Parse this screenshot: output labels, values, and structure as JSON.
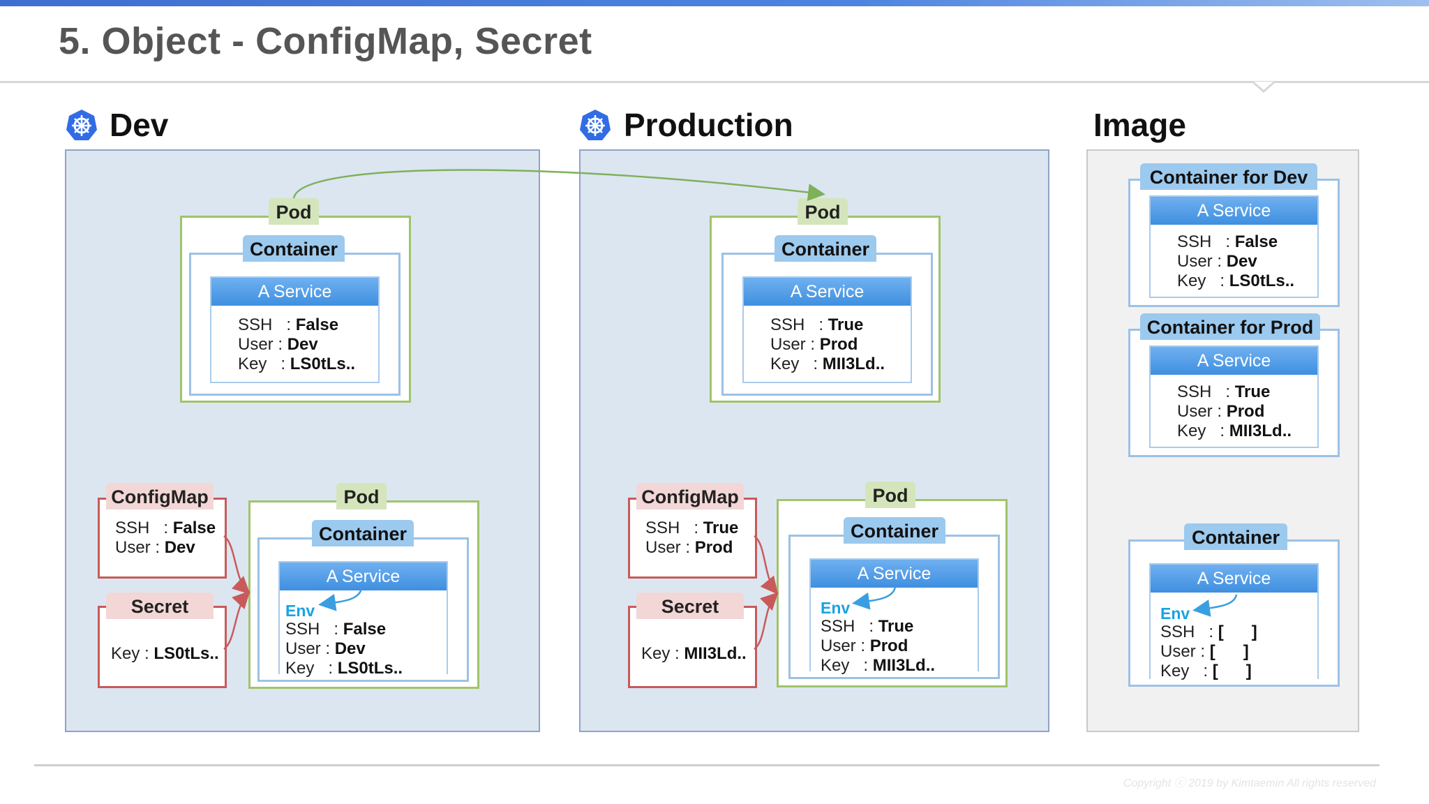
{
  "title": "5. Object - ConfigMap, Secret",
  "sections": {
    "dev": "Dev",
    "production": "Production",
    "image": "Image"
  },
  "labels": {
    "pod": "Pod",
    "container": "Container",
    "service": "A Service",
    "configmap": "ConfigMap",
    "secret": "Secret",
    "env": "Env",
    "container_for_dev": "Container for Dev",
    "container_for_prod": "Container for Prod"
  },
  "dev": {
    "pod_top": {
      "ssh_key": "SSH   : ",
      "ssh_val": "False",
      "user_key": "User : ",
      "user_val": "Dev",
      "key_key": "Key   : ",
      "key_val": "LS0tLs.."
    },
    "configmap": {
      "ssh_key": "SSH   : ",
      "ssh_val": "False",
      "user_key": "User : ",
      "user_val": "Dev"
    },
    "secret": {
      "key_key": "Key : ",
      "key_val": "LS0tLs.."
    },
    "pod_bottom": {
      "ssh_key": "SSH   : ",
      "ssh_val": "False",
      "user_key": "User : ",
      "user_val": "Dev",
      "key_key": "Key   : ",
      "key_val": "LS0tLs.."
    }
  },
  "prod": {
    "pod_top": {
      "ssh_key": "SSH   : ",
      "ssh_val": "True",
      "user_key": "User : ",
      "user_val": "Prod",
      "key_key": "Key   : ",
      "key_val": "MII3Ld.."
    },
    "configmap": {
      "ssh_key": "SSH   : ",
      "ssh_val": "True",
      "user_key": "User : ",
      "user_val": "Prod"
    },
    "secret": {
      "key_key": "Key : ",
      "key_val": "MII3Ld.."
    },
    "pod_bottom": {
      "ssh_key": "SSH   : ",
      "ssh_val": "True",
      "user_key": "User : ",
      "user_val": "Prod",
      "key_key": "Key   : ",
      "key_val": "MII3Ld.."
    }
  },
  "image": {
    "dev": {
      "ssh_key": "SSH   : ",
      "ssh_val": "False",
      "user_key": "User : ",
      "user_val": "Dev",
      "key_key": "Key   : ",
      "key_val": "LS0tLs.."
    },
    "prod": {
      "ssh_key": "SSH   : ",
      "ssh_val": "True",
      "user_key": "User : ",
      "user_val": "Prod",
      "key_key": "Key   : ",
      "key_val": "MII3Ld.."
    },
    "generic": {
      "ssh_key": "SSH   : ",
      "ssh_val": "[      ]",
      "user_key": "User : ",
      "user_val": "[      ]",
      "key_key": "Key   : ",
      "key_val": "[      ]"
    }
  },
  "copyright": "Copyright ⓒ 2019 by Kimtaemin All rights reserved",
  "colors": {
    "pod": "#9fc46b",
    "container": "#9cc1e6",
    "service": "#3f8fe0",
    "secret": "#c85a5a",
    "env": "#19a3e0",
    "panel": "#dce6f1"
  }
}
